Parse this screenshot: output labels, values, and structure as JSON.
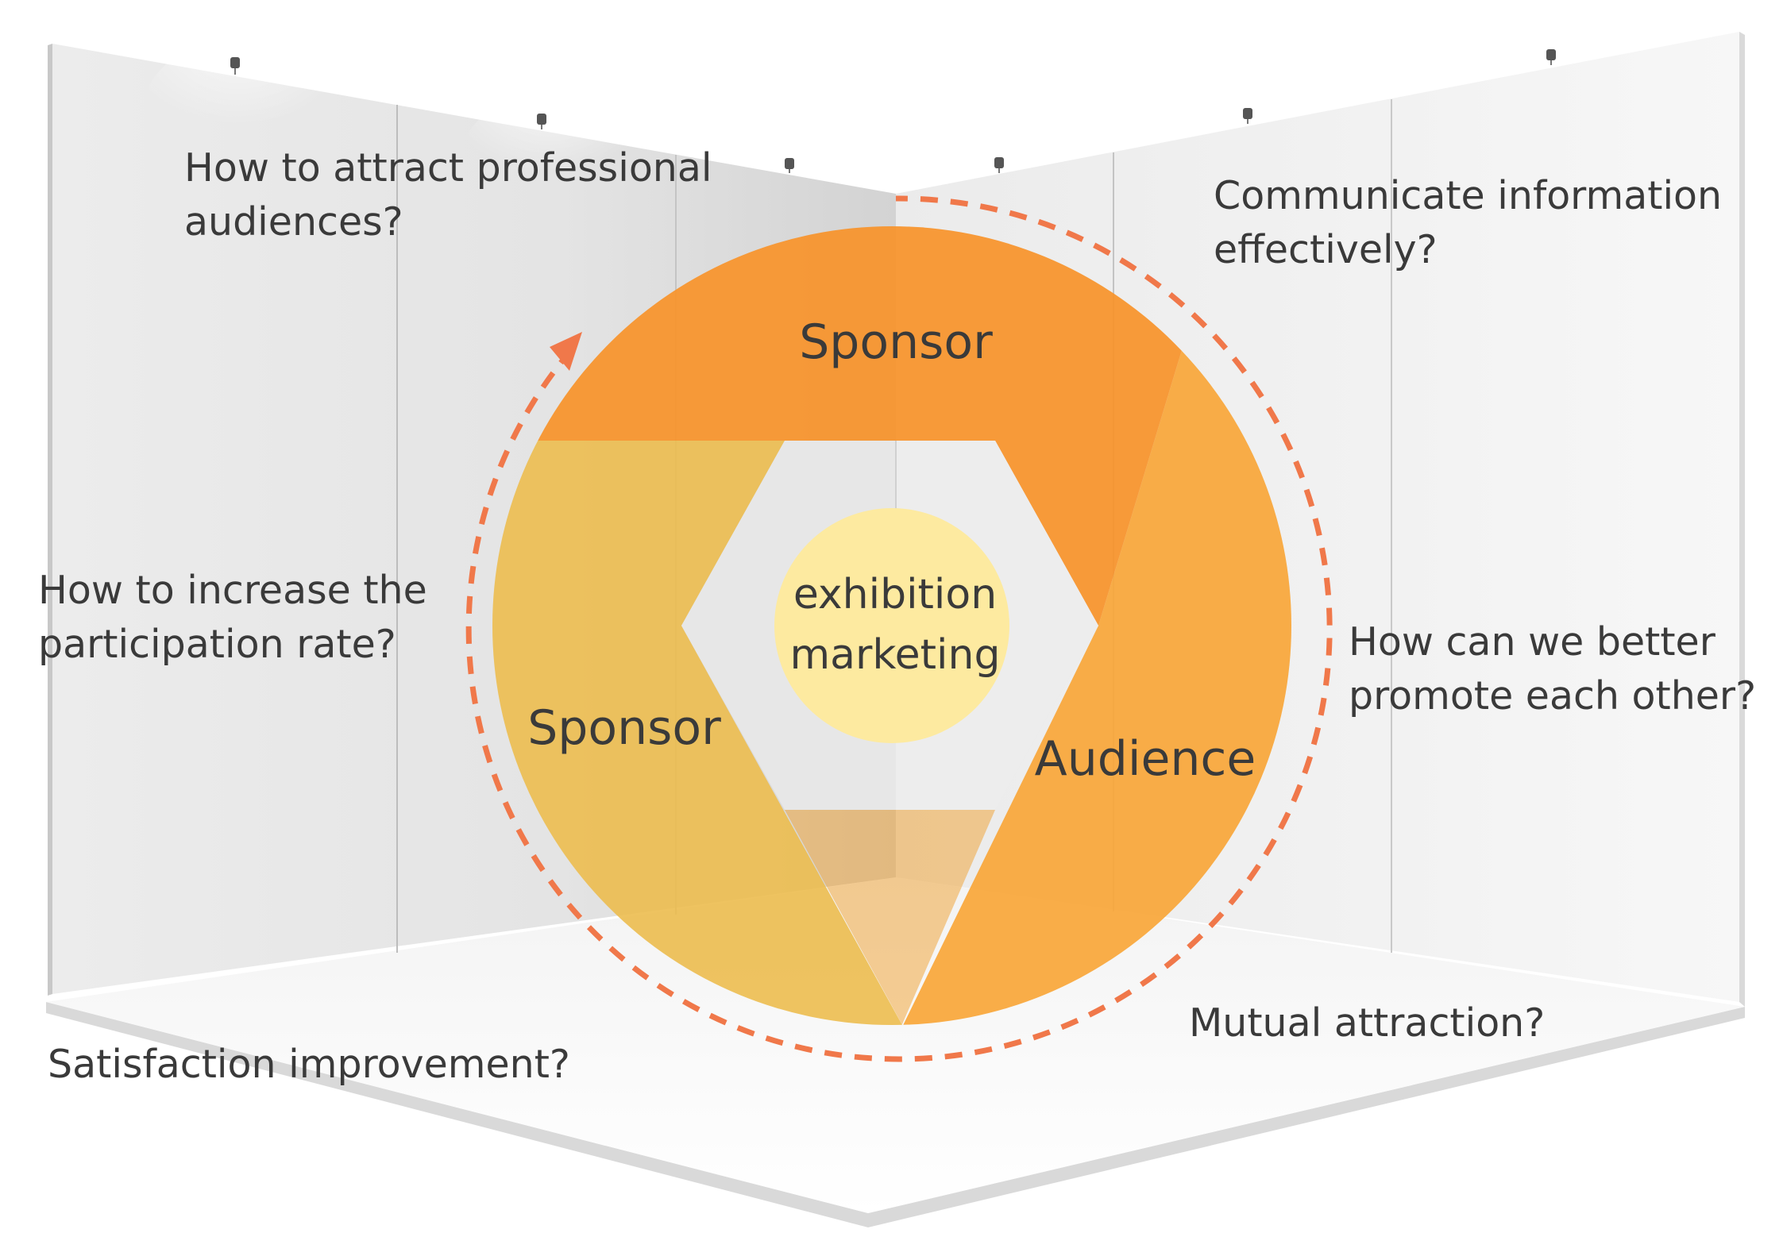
{
  "center": {
    "line1": "exhibition",
    "line2": "marketing"
  },
  "segments": {
    "top": {
      "label": "Sponsor",
      "color": "#f7932b"
    },
    "left": {
      "label": "Sponsor",
      "color": "#ecbd4f"
    },
    "right": {
      "label": "Audience",
      "color": "#f9a73a"
    }
  },
  "questions": {
    "top_left": {
      "line1": "How to attract professional",
      "line2": "audiences?"
    },
    "top_right": {
      "line1": "Communicate information",
      "line2": "effectively?"
    },
    "mid_left": {
      "line1": "How to increase the",
      "line2": "participation rate?"
    },
    "mid_right": {
      "line1": "How can we better",
      "line2": "promote each other?"
    },
    "bottom_left": {
      "line1": "Satisfaction improvement?"
    },
    "bottom_right": {
      "line1": "Mutual attraction?"
    }
  },
  "colors": {
    "cycle_arrow": "#f0784a",
    "center_circle": "#fdeaa0"
  }
}
